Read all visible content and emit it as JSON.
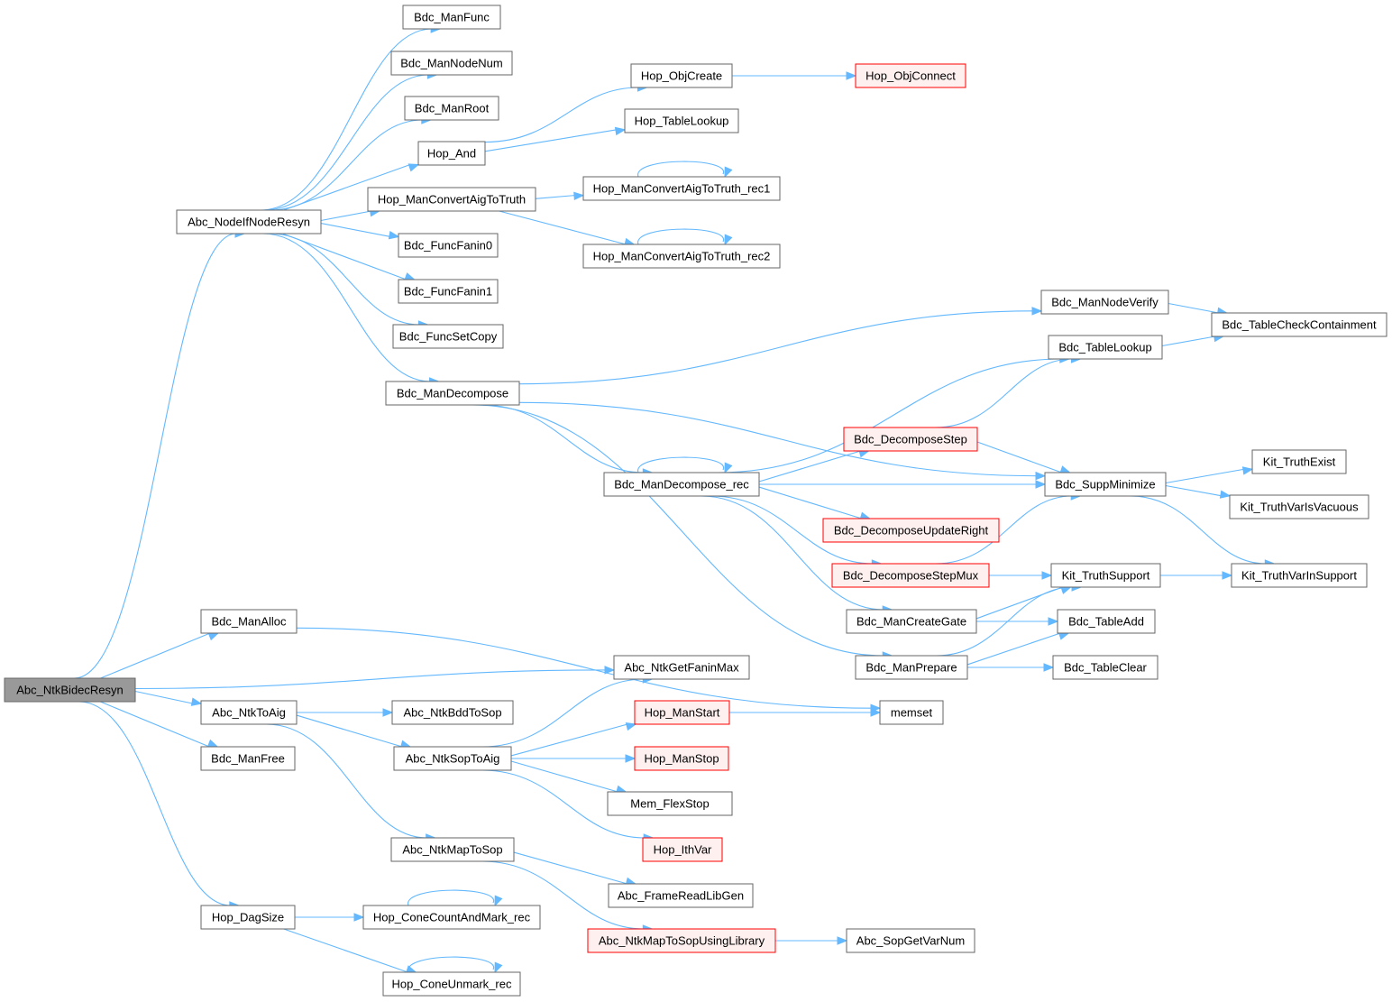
{
  "diagram": {
    "type": "call-graph",
    "colors": {
      "edge": "#63b8ff",
      "root_fill": "#999999",
      "node_border": "#666666",
      "truncated_border": "#ff0000",
      "truncated_fill": "#fff0f0"
    },
    "nodes": [
      {
        "id": "n1",
        "label": "Abc_NtkBidecResyn",
        "kind": "root"
      },
      {
        "id": "n2",
        "label": "Abc_NodeIfNodeResyn",
        "kind": "normal"
      },
      {
        "id": "n3",
        "label": "Bdc_ManAlloc",
        "kind": "normal"
      },
      {
        "id": "n4",
        "label": "Abc_NtkGetFaninMax",
        "kind": "normal"
      },
      {
        "id": "n5",
        "label": "Abc_NtkToAig",
        "kind": "normal"
      },
      {
        "id": "n6",
        "label": "Bdc_ManFree",
        "kind": "normal"
      },
      {
        "id": "n7",
        "label": "Hop_DagSize",
        "kind": "normal"
      },
      {
        "id": "n8",
        "label": "Bdc_ManFunc",
        "kind": "normal"
      },
      {
        "id": "n9",
        "label": "Bdc_ManNodeNum",
        "kind": "normal"
      },
      {
        "id": "n10",
        "label": "Bdc_ManRoot",
        "kind": "normal"
      },
      {
        "id": "n11",
        "label": "Hop_And",
        "kind": "normal"
      },
      {
        "id": "n12",
        "label": "Hop_ManConvertAigToTruth",
        "kind": "normal"
      },
      {
        "id": "n13",
        "label": "Bdc_FuncFanin0",
        "kind": "normal"
      },
      {
        "id": "n14",
        "label": "Bdc_FuncFanin1",
        "kind": "normal"
      },
      {
        "id": "n15",
        "label": "Bdc_FuncSetCopy",
        "kind": "normal"
      },
      {
        "id": "n16",
        "label": "Bdc_ManDecompose",
        "kind": "normal"
      },
      {
        "id": "n17",
        "label": "Hop_ObjCreate",
        "kind": "normal"
      },
      {
        "id": "n18",
        "label": "Hop_ObjConnect",
        "kind": "truncated"
      },
      {
        "id": "n19",
        "label": "Hop_TableLookup",
        "kind": "normal"
      },
      {
        "id": "n20",
        "label": "Hop_ManConvertAigToTruth_rec1",
        "kind": "normal"
      },
      {
        "id": "n21",
        "label": "Hop_ManConvertAigToTruth_rec2",
        "kind": "normal"
      },
      {
        "id": "n22",
        "label": "Bdc_ManNodeVerify",
        "kind": "normal"
      },
      {
        "id": "n23",
        "label": "Bdc_TableCheckContainment",
        "kind": "normal"
      },
      {
        "id": "n24",
        "label": "Bdc_TableLookup",
        "kind": "normal"
      },
      {
        "id": "n25",
        "label": "Bdc_DecomposeStep",
        "kind": "truncated"
      },
      {
        "id": "n26",
        "label": "Bdc_ManDecompose_rec",
        "kind": "normal"
      },
      {
        "id": "n27",
        "label": "Bdc_SuppMinimize",
        "kind": "normal"
      },
      {
        "id": "n28",
        "label": "Kit_TruthExist",
        "kind": "normal"
      },
      {
        "id": "n29",
        "label": "Kit_TruthVarIsVacuous",
        "kind": "normal"
      },
      {
        "id": "n30",
        "label": "Bdc_DecomposeUpdateRight",
        "kind": "truncated"
      },
      {
        "id": "n31",
        "label": "Bdc_DecomposeStepMux",
        "kind": "truncated"
      },
      {
        "id": "n32",
        "label": "Kit_TruthSupport",
        "kind": "normal"
      },
      {
        "id": "n33",
        "label": "Kit_TruthVarInSupport",
        "kind": "normal"
      },
      {
        "id": "n34",
        "label": "Bdc_ManCreateGate",
        "kind": "normal"
      },
      {
        "id": "n35",
        "label": "Bdc_TableAdd",
        "kind": "normal"
      },
      {
        "id": "n36",
        "label": "Bdc_ManPrepare",
        "kind": "normal"
      },
      {
        "id": "n37",
        "label": "Bdc_TableClear",
        "kind": "normal"
      },
      {
        "id": "n38",
        "label": "Abc_NtkBddToSop",
        "kind": "normal"
      },
      {
        "id": "n39",
        "label": "Abc_NtkSopToAig",
        "kind": "normal"
      },
      {
        "id": "n40",
        "label": "Hop_ManStart",
        "kind": "truncated"
      },
      {
        "id": "n41",
        "label": "Hop_ManStop",
        "kind": "truncated"
      },
      {
        "id": "n42",
        "label": "Mem_FlexStop",
        "kind": "normal"
      },
      {
        "id": "n43",
        "label": "Hop_IthVar",
        "kind": "truncated"
      },
      {
        "id": "n44",
        "label": "memset",
        "kind": "normal"
      },
      {
        "id": "n45",
        "label": "Abc_NtkMapToSop",
        "kind": "normal"
      },
      {
        "id": "n46",
        "label": "Abc_FrameReadLibGen",
        "kind": "normal"
      },
      {
        "id": "n47",
        "label": "Abc_NtkMapToSopUsingLibrary",
        "kind": "truncated"
      },
      {
        "id": "n48",
        "label": "Abc_SopGetVarNum",
        "kind": "normal"
      },
      {
        "id": "n49",
        "label": "Hop_ConeCountAndMark_rec",
        "kind": "normal"
      },
      {
        "id": "n50",
        "label": "Hop_ConeUnmark_rec",
        "kind": "normal"
      }
    ],
    "edges": [
      [
        "n1",
        "n2"
      ],
      [
        "n1",
        "n3"
      ],
      [
        "n1",
        "n4"
      ],
      [
        "n1",
        "n5"
      ],
      [
        "n1",
        "n6"
      ],
      [
        "n1",
        "n7"
      ],
      [
        "n2",
        "n8"
      ],
      [
        "n2",
        "n9"
      ],
      [
        "n2",
        "n10"
      ],
      [
        "n2",
        "n11"
      ],
      [
        "n2",
        "n12"
      ],
      [
        "n2",
        "n13"
      ],
      [
        "n2",
        "n14"
      ],
      [
        "n2",
        "n15"
      ],
      [
        "n2",
        "n16"
      ],
      [
        "n11",
        "n17"
      ],
      [
        "n11",
        "n19"
      ],
      [
        "n17",
        "n18"
      ],
      [
        "n12",
        "n20"
      ],
      [
        "n12",
        "n21"
      ],
      [
        "n20",
        "n20"
      ],
      [
        "n21",
        "n21"
      ],
      [
        "n16",
        "n22"
      ],
      [
        "n16",
        "n27"
      ],
      [
        "n16",
        "n26"
      ],
      [
        "n16",
        "n36"
      ],
      [
        "n22",
        "n23"
      ],
      [
        "n24",
        "n23"
      ],
      [
        "n26",
        "n26"
      ],
      [
        "n26",
        "n24"
      ],
      [
        "n26",
        "n25"
      ],
      [
        "n26",
        "n27"
      ],
      [
        "n26",
        "n30"
      ],
      [
        "n26",
        "n31"
      ],
      [
        "n26",
        "n34"
      ],
      [
        "n25",
        "n24"
      ],
      [
        "n25",
        "n27"
      ],
      [
        "n31",
        "n27"
      ],
      [
        "n31",
        "n32"
      ],
      [
        "n27",
        "n28"
      ],
      [
        "n27",
        "n29"
      ],
      [
        "n27",
        "n33"
      ],
      [
        "n32",
        "n33"
      ],
      [
        "n34",
        "n32"
      ],
      [
        "n34",
        "n35"
      ],
      [
        "n36",
        "n32"
      ],
      [
        "n36",
        "n35"
      ],
      [
        "n36",
        "n37"
      ],
      [
        "n3",
        "n44"
      ],
      [
        "n5",
        "n38"
      ],
      [
        "n5",
        "n39"
      ],
      [
        "n5",
        "n45"
      ],
      [
        "n39",
        "n4"
      ],
      [
        "n39",
        "n40"
      ],
      [
        "n39",
        "n41"
      ],
      [
        "n39",
        "n42"
      ],
      [
        "n39",
        "n43"
      ],
      [
        "n40",
        "n44"
      ],
      [
        "n45",
        "n46"
      ],
      [
        "n45",
        "n47"
      ],
      [
        "n47",
        "n48"
      ],
      [
        "n7",
        "n49"
      ],
      [
        "n7",
        "n50"
      ],
      [
        "n49",
        "n49"
      ],
      [
        "n50",
        "n50"
      ]
    ]
  }
}
